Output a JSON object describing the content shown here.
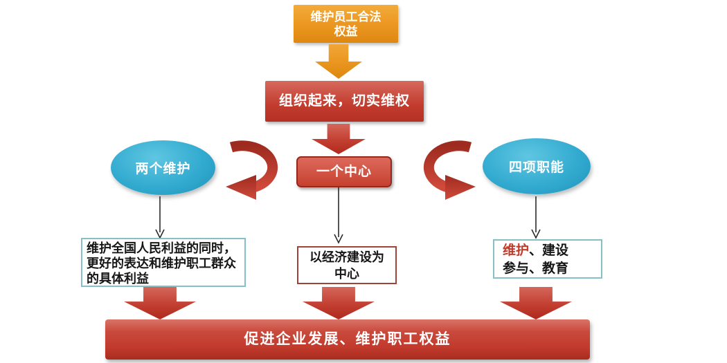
{
  "diagram": {
    "top_box": {
      "lines": [
        "维护员工合法",
        "权益"
      ]
    },
    "organize_box": {
      "label": "组织起来，切实维权"
    },
    "left_ellipse": {
      "label": "两个维护"
    },
    "center_box": {
      "label": "一个中心"
    },
    "right_ellipse": {
      "label": "四项职能"
    },
    "left_note": {
      "lines": [
        "维护全国人民利益的同时，",
        "更好的表达和维护职工群众",
        "的具体利益"
      ]
    },
    "center_note": {
      "lines": [
        "以经济建设为",
        "中心"
      ]
    },
    "right_note": {
      "highlight": "维护",
      "line1_rest": "、建设",
      "line2": "参与、教育"
    },
    "bottom_bar": {
      "label": "促进企业发展、维护职工权益"
    },
    "colors": {
      "orange": "#EA961F",
      "red": "#C23C2E",
      "blue": "#33ABD0",
      "teal_border": "#86C0C6",
      "red_border": "#A2403A",
      "highlight_text": "#C23B2B"
    }
  }
}
